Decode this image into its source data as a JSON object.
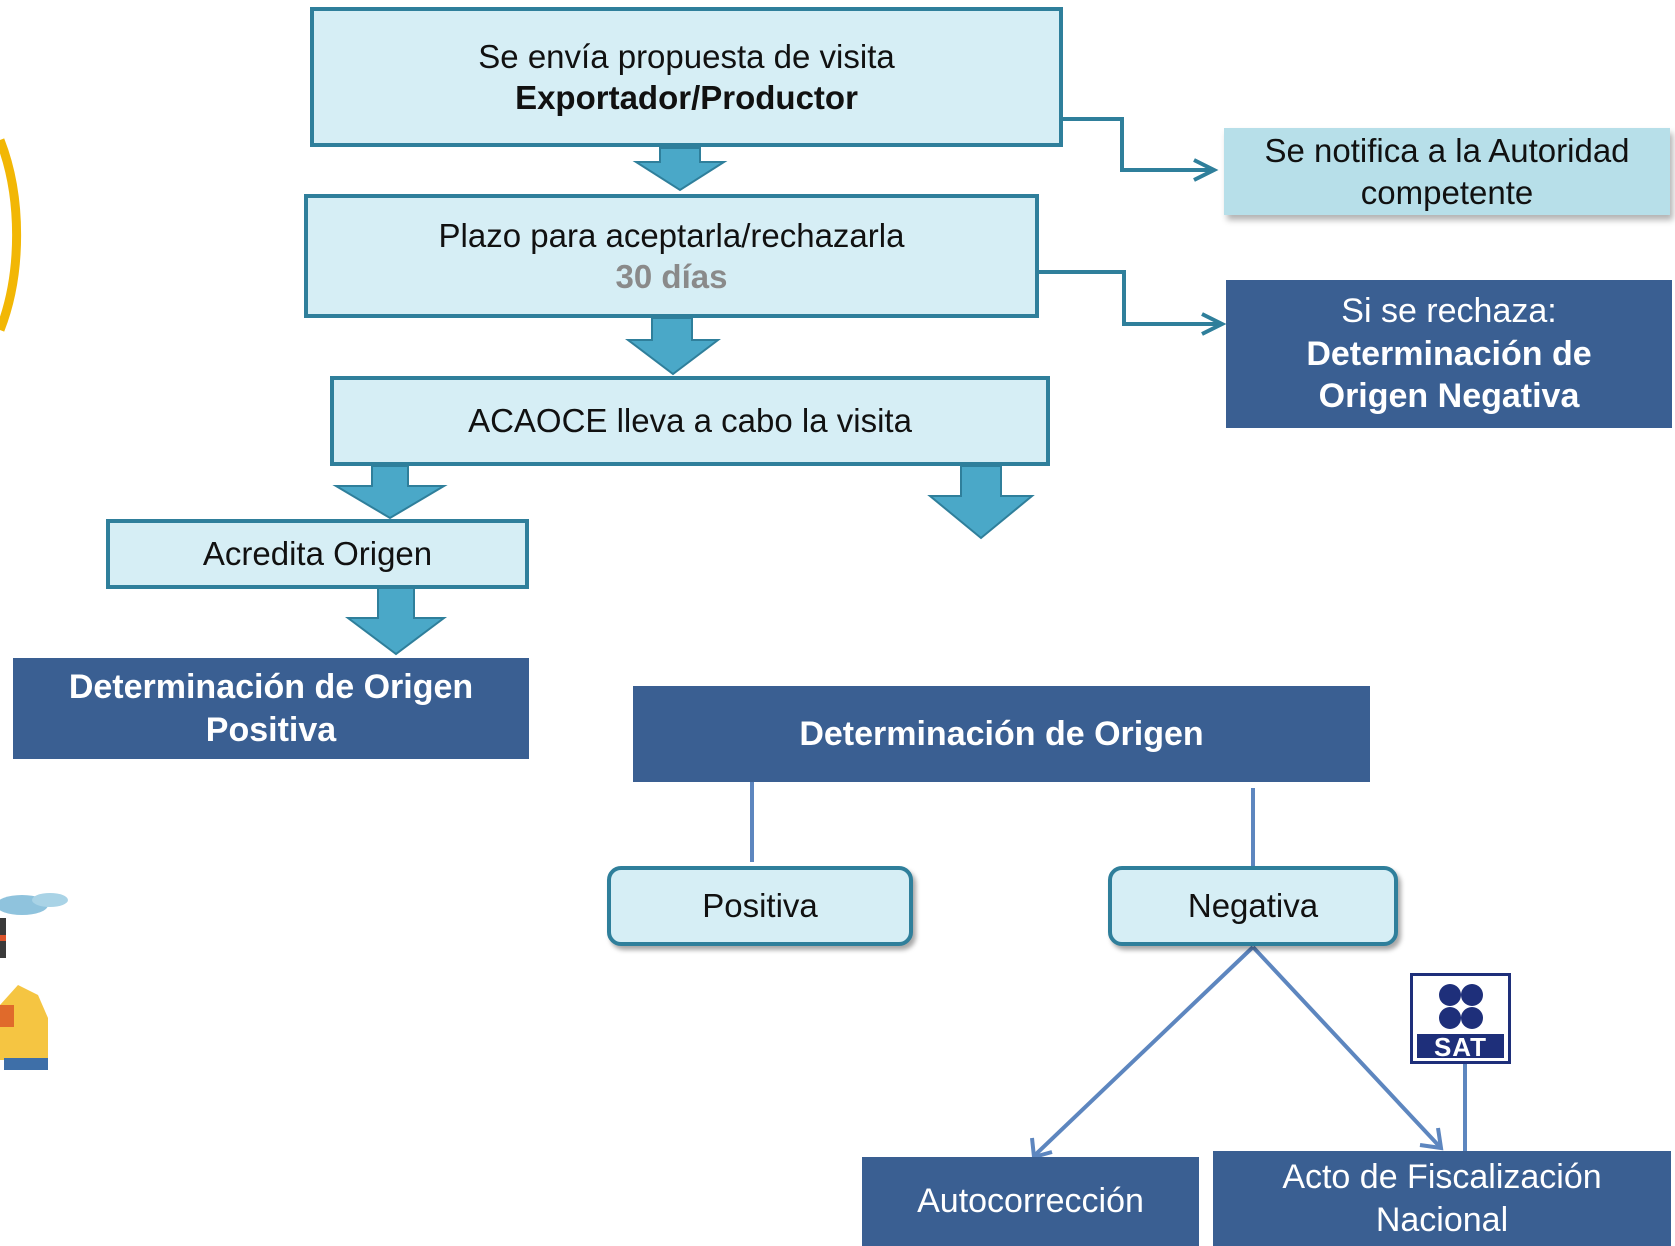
{
  "flow": {
    "step1": {
      "line1": "Se envía propuesta de visita",
      "line2": "Exportador/Productor"
    },
    "step2": {
      "line1": "Plazo para aceptarla/rechazarla",
      "line2": "30 días"
    },
    "step3": {
      "label": "ACAOCE lleva a cabo la visita"
    },
    "notify": {
      "text": "Se notifica a la Autoridad competente"
    },
    "reject": {
      "line1": "Si se rechaza:",
      "line2": "Determinación de Origen Negativa"
    },
    "accredit": {
      "label": "Acredita Origen"
    },
    "positive_result": {
      "text": "Determinación de Origen Positiva"
    }
  },
  "tree": {
    "root": "Determinación de Origen",
    "positive": "Positiva",
    "negative": "Negativa",
    "autocorrection": "Autocorrección",
    "fiscal_act": "Acto de Fiscalización Nacional"
  },
  "logo": {
    "text": "SAT"
  },
  "colors": {
    "light_fill": "#d6eef5",
    "border": "#2f7f9b",
    "dark_fill": "#3a5f92",
    "arrow_fill": "#4aa8c8",
    "tree_line": "#5d86bf",
    "gray_text": "#8a8a8a",
    "accent_ring": "#f2b705"
  }
}
